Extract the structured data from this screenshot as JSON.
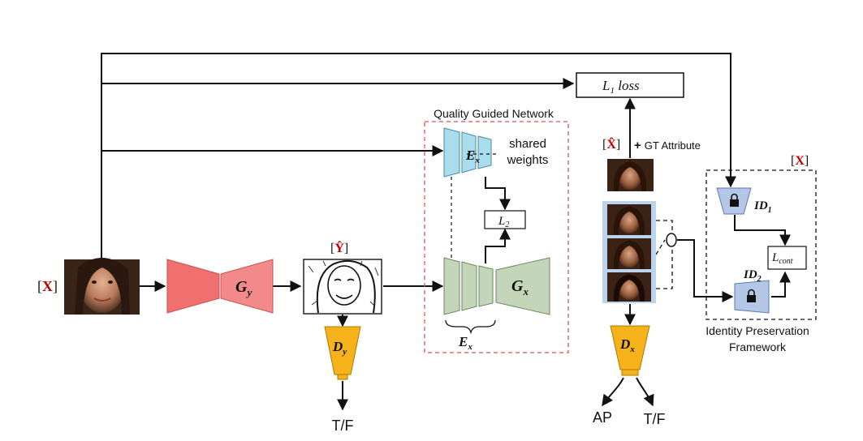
{
  "inputs": {
    "x_label_bracket_open": "[",
    "x_label_symbol": "X",
    "x_label_bracket_close": "]",
    "y_hat_bracket_open": "[",
    "y_hat_symbol": "Ŷ",
    "y_hat_bracket_close": "]",
    "x_hat_bracket_open": "[",
    "x_hat_symbol": "X̂",
    "x_hat_bracket_close": "]",
    "x_ref_bracket_open": "[",
    "x_ref_symbol": "X",
    "x_ref_bracket_close": "]"
  },
  "generators": {
    "gy_main": "G",
    "gy_sub": "y",
    "gx_main": "G",
    "gx_sub": "x"
  },
  "discriminators": {
    "dy_main": "D",
    "dy_sub": "y",
    "dx_main": "D",
    "dx_sub": "x",
    "dy_output": "T/F",
    "dx_output_1": "AP",
    "dx_output_2": "T/F"
  },
  "quality_network": {
    "title": "Quality Guided Network",
    "shared_line1": "shared",
    "shared_line2": "weights",
    "ex_top_main": "E",
    "ex_top_sub": "x",
    "ex_bottom_main": "E",
    "ex_bottom_sub": "x",
    "l2_main": "L",
    "l2_sub": "2"
  },
  "loss": {
    "l1_main": "L",
    "l1_sub": "1",
    "l1_word": " loss",
    "gt_plus": "+",
    "gt_text": "GT Attribute"
  },
  "identity_framework": {
    "title_line1": "Identity Preservation",
    "title_line2": "Framework",
    "id1_main": "ID",
    "id1_sub": "1",
    "id2_main": "ID",
    "id2_sub": "2",
    "lcont_main": "L",
    "lcont_sub": "cont"
  },
  "colors": {
    "generator_fill": "#f07070",
    "generator_fill_light": "#f28a8a",
    "encoder_fill": "#a9dcec",
    "decoder_fill": "#c4d6b9",
    "discriminator_fill": "#f5b21b",
    "id_fill": "#b4c7e7",
    "red_accent": "#c00000",
    "dash_red": "#e05050",
    "frame_blue": "#bcd3ee"
  }
}
